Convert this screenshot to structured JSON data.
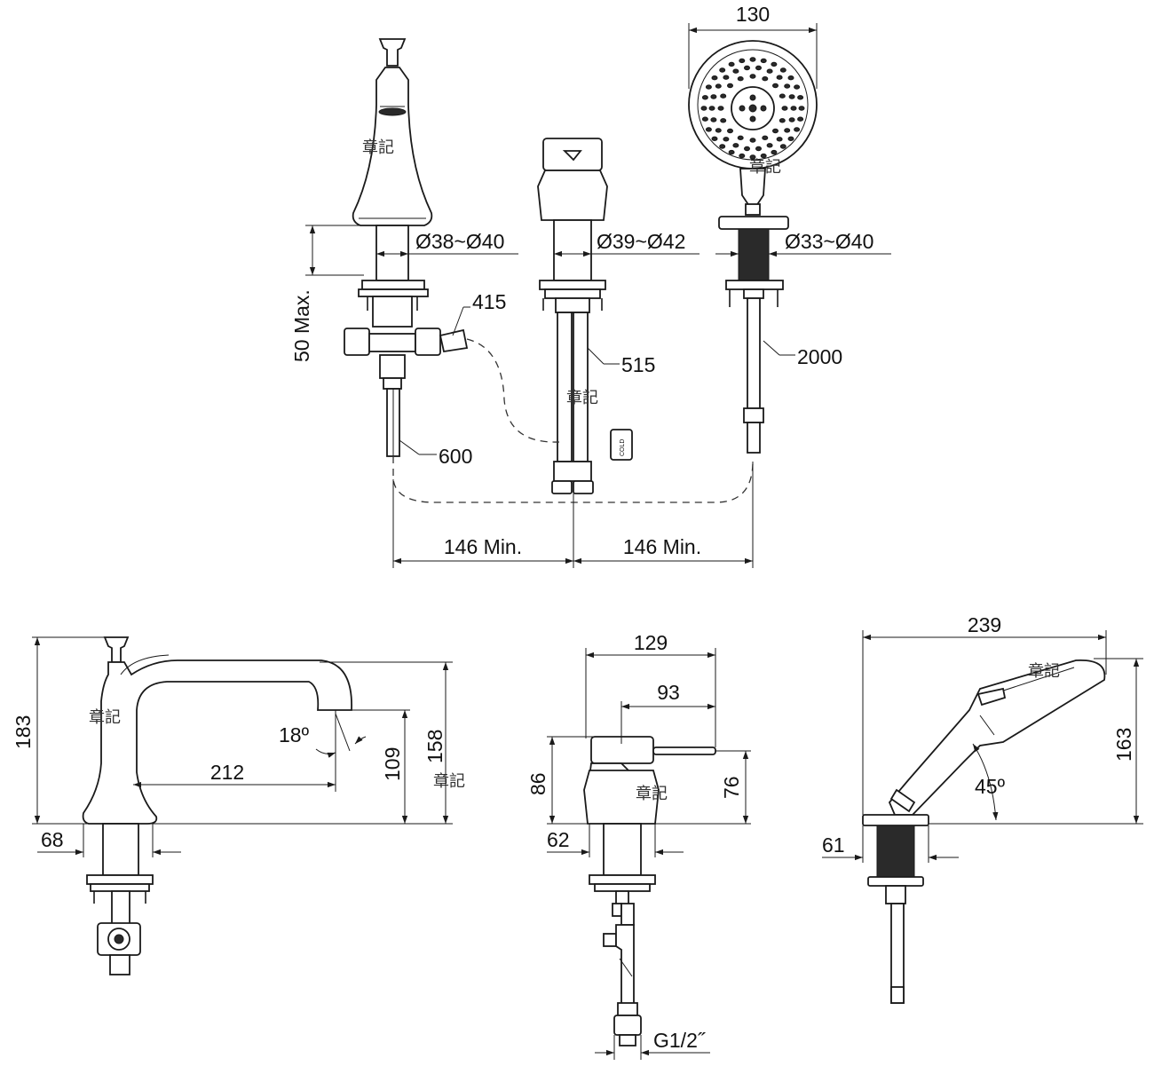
{
  "watermark": "章記",
  "top_view": {
    "dims": {
      "shower_head_width": "130",
      "spout_hole": "Ø38~Ø40",
      "handle_hole": "Ø39~Ø42",
      "handshower_hole": "Ø33~Ø40",
      "deck_thickness": "50 Max.",
      "hose_415": "415",
      "hose_515": "515",
      "hose_600": "600",
      "hose_2000": "2000",
      "spacing_left": "146 Min.",
      "spacing_right": "146 Min."
    },
    "cold_label": "COLD"
  },
  "spout_view": {
    "dims": {
      "height_total": "183",
      "reach": "212",
      "angle": "18º",
      "outlet_height": "109",
      "spout_height": "158",
      "base": "68"
    }
  },
  "mixer_view": {
    "dims": {
      "width": "129",
      "lever": "93",
      "height": "86",
      "lever_height": "76",
      "base": "62",
      "thread": "G1/2˝"
    }
  },
  "handshower_view": {
    "dims": {
      "width": "239",
      "height": "163",
      "angle": "45º",
      "base": "61"
    }
  }
}
